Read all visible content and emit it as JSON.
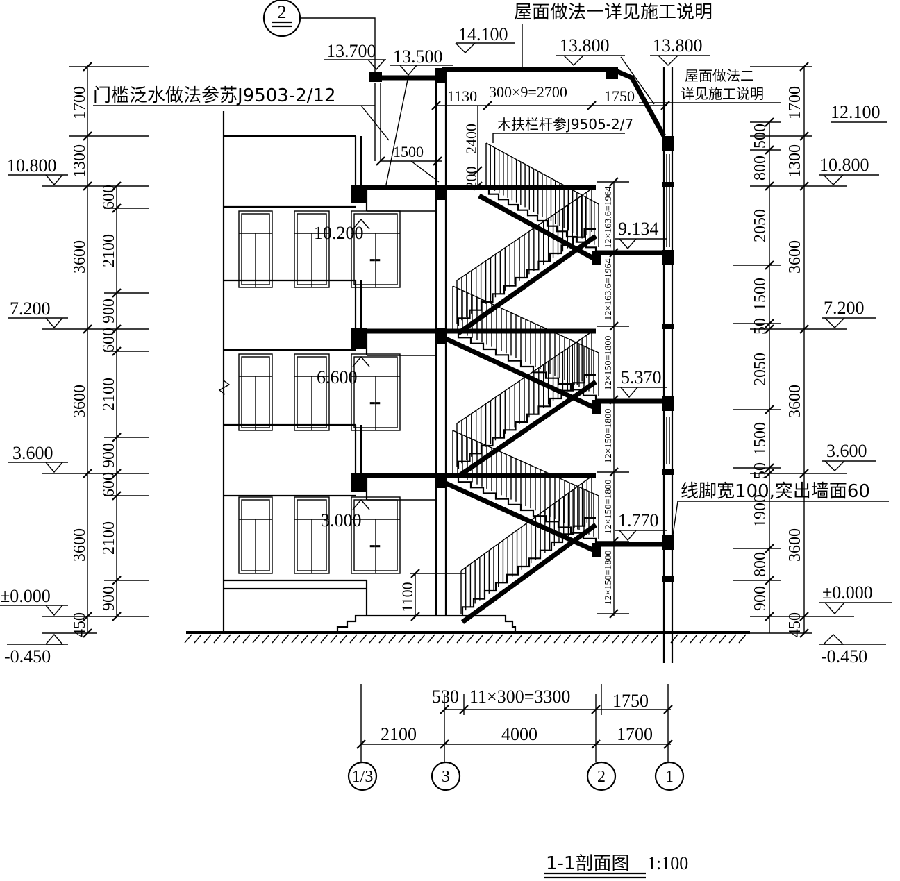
{
  "drawing": {
    "title": "1-1剖面图",
    "scale": "1:100",
    "axis_ref": "2",
    "notes": {
      "roof_main": "屋面做法一详见施工说明",
      "roof_2_line1": "屋面做法二",
      "roof_2_line2": "详见施工说明",
      "threshold": "门槛泛水做法参苏J9503-2/12",
      "handrail": "木扶栏杆参J9505-2/7",
      "skirting": "线脚宽100,突出墙面60"
    },
    "elevations": {
      "top_14100": "14.100",
      "e13700": "13.700",
      "e13500": "13.500",
      "e13800_a": "13.800",
      "e13800_b": "13.800",
      "e12100": "12.100",
      "left_10800": "10.800",
      "right_10800": "10.800",
      "e10200": "10.200",
      "e9134": "9.134",
      "left_7200": "7.200",
      "right_7200": "7.200",
      "e6600": "6.600",
      "e5370": "5.370",
      "left_3600": "3.600",
      "right_3600": "3.600",
      "e3000": "3.000",
      "e1770": "1.770",
      "left_0000": "±0.000",
      "right_0000": "±0.000",
      "left_m0450": "-0.450",
      "right_m0450": "-0.450"
    },
    "left_dims": {
      "outer": [
        "1700",
        "1300",
        "3600",
        "3600",
        "3600",
        "450"
      ],
      "inner": [
        "600",
        "2100",
        "900",
        "600",
        "2100",
        "900",
        "600",
        "2100",
        "900"
      ]
    },
    "right_dims": {
      "inner": [
        "500",
        "800",
        "2050",
        "1500",
        "50",
        "2050",
        "1500",
        "50",
        "1900",
        "800",
        "900"
      ],
      "outer": [
        "1700",
        "1300",
        "3600",
        "3600",
        "3600",
        "450"
      ]
    },
    "top_dims": {
      "d1130": "1130",
      "stairs_top": "300×9=2700",
      "d1750": "1750",
      "d2400": "2400",
      "d200": "200",
      "d1500": "1500"
    },
    "flight_labels": [
      "12×163.6=1964",
      "12×163.6=1964",
      "12×150=1800",
      "12×150=1800",
      "12×150=1800",
      "12×150=1800"
    ],
    "d1100": "1100",
    "bottom_dims": {
      "d530": "530",
      "stairs_bottom": "11×300=3300",
      "d1750": "1750",
      "d2100": "2100",
      "d4000": "4000",
      "d1700": "1700"
    },
    "axes": [
      "1/3",
      "3",
      "2",
      "1"
    ],
    "window_mark": "--"
  }
}
